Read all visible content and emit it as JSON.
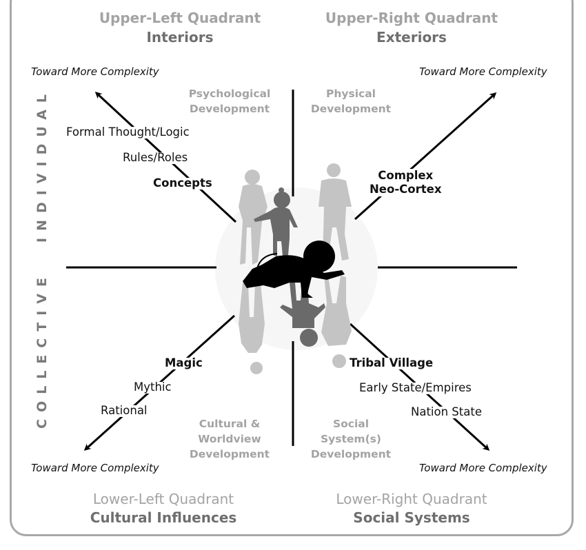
{
  "quadrants": {
    "upper_left": {
      "title": "Upper-Left Quadrant",
      "subtitle": "Interiors",
      "development": [
        "Psychological",
        "Development"
      ],
      "toward": "Toward More Complexity",
      "stages": [
        "Formal Thought/Logic",
        "Rules/Roles",
        "Concepts"
      ]
    },
    "upper_right": {
      "title": "Upper-Right Quadrant",
      "subtitle": "Exteriors",
      "development": [
        "Physical",
        "Development"
      ],
      "toward": "Toward More Complexity",
      "stages": [
        "Complex",
        "Neo-Cortex"
      ]
    },
    "lower_left": {
      "title": "Lower-Left Quadrant",
      "subtitle": "Cultural Influences",
      "development": [
        "Cultural &",
        "Worldview",
        "Development"
      ],
      "toward": "Toward More Complexity",
      "stages": [
        "Magic",
        "Mythic",
        "Rational"
      ]
    },
    "lower_right": {
      "title": "Lower-Right Quadrant",
      "subtitle": "Social Systems",
      "development": [
        "Social",
        "System(s)",
        "Development"
      ],
      "toward": "Toward More Complexity",
      "stages": [
        "Tribal Village",
        "Early State/Empires",
        "Nation State"
      ]
    }
  },
  "axis_labels": {
    "top": "INDIVIDUAL",
    "bottom": "COLLECTIVE"
  },
  "colors": {
    "frame": "#a8a8a8",
    "heading": "#a3a3a3",
    "subheading": "#6e6e6e",
    "ink": "#111111",
    "figure_light": "#c4c4c4",
    "figure_mid": "#6a6a6a",
    "figure_dark": "#000000"
  }
}
